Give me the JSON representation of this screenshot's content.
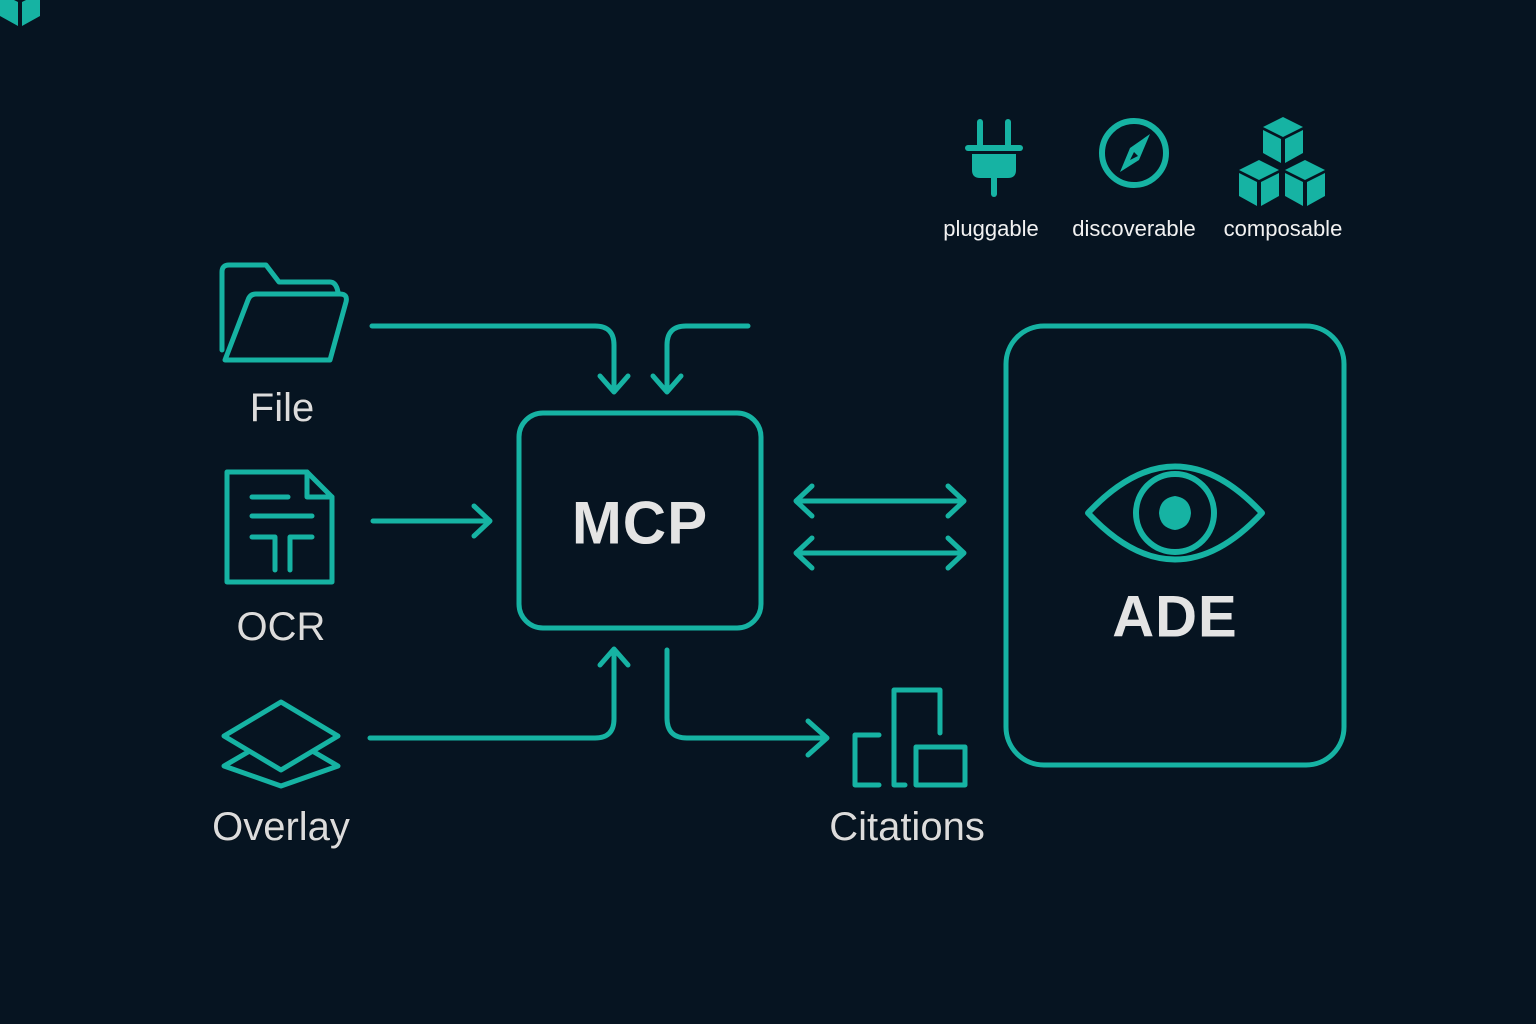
{
  "colors": {
    "background": "#061421",
    "accent": "#16b3a3",
    "text": "#dcdcdc"
  },
  "properties": [
    {
      "icon": "plug-icon",
      "label": "pluggable"
    },
    {
      "icon": "compass-icon",
      "label": "discoverable"
    },
    {
      "icon": "cubes-icon",
      "label": "composable"
    }
  ],
  "inputs": [
    {
      "icon": "folder-icon",
      "label": "File"
    },
    {
      "icon": "document-icon",
      "label": "OCR"
    },
    {
      "icon": "layers-icon",
      "label": "Overlay"
    }
  ],
  "hub": {
    "label": "MCP"
  },
  "client": {
    "icon": "eye-icon",
    "label": "ADE"
  },
  "output": {
    "icon": "citations-icon",
    "label": "Citations"
  }
}
